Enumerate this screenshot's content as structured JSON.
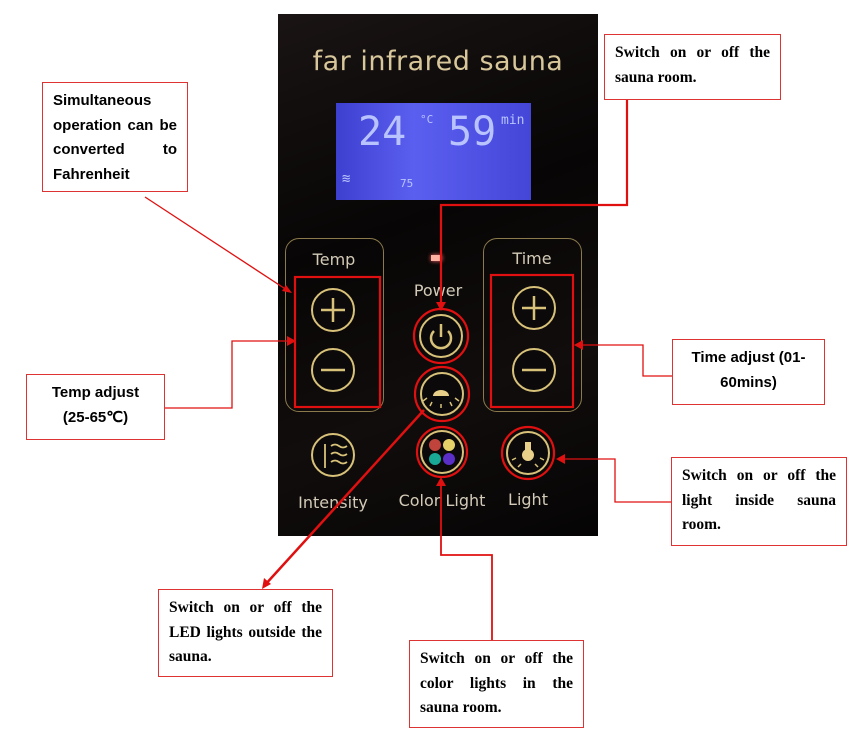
{
  "panel": {
    "title": "far infrared sauna",
    "lcd": {
      "temp": "24",
      "temp_unit": "°C",
      "time": "59",
      "time_unit": "min",
      "sub": "75"
    },
    "labels": {
      "temp": "Temp",
      "time": "Time",
      "power": "Power",
      "intensity": "Intensity",
      "color_light": "Color Light",
      "light": "Light"
    }
  },
  "callouts": {
    "fahrenheit": "Simultaneous operation can be converted to Fahrenheit",
    "temp_adjust": "Temp adjust (25-65℃)",
    "power": "Switch on or off the sauna room.",
    "time_adjust": "Time adjust (01-60mins)",
    "light": "Switch on or off the light inside sauna room.",
    "led": "Switch on or off the LED lights outside the sauna.",
    "color": "Switch on or off the color lights in the sauna room."
  },
  "colors": {
    "annotation": "#dd1111",
    "gold": "#d8c27a",
    "lcd": "#4d50e3"
  }
}
